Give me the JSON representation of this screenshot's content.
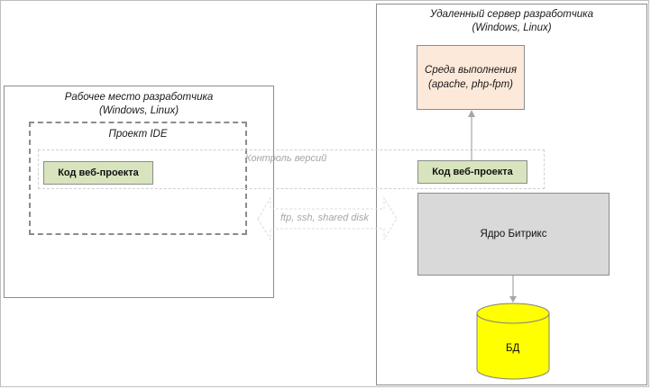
{
  "workstation": {
    "title_line1": "Рабочее место разработчика",
    "title_line2": "(Windows, Linux)",
    "ide_title": "Проект IDE",
    "code_label": "Код веб-проекта"
  },
  "remote": {
    "title_line1": "Удаленный сервер разработчика",
    "title_line2": "(Windows, Linux)",
    "runtime_line1": "Среда выполнения",
    "runtime_line2": "(apache, php-fpm)",
    "code_label": "Код веб-проекта",
    "core_label": "Ядро Битрикс",
    "db_label": "БД"
  },
  "links": {
    "version_control": "Контроль версий",
    "transfer": "ftp, ssh, shared disk"
  },
  "colors": {
    "code_fill": "#d7e4bd",
    "runtime_fill": "#fde9d9",
    "core_fill": "#d9d9d9",
    "db_fill": "#ffff00"
  }
}
